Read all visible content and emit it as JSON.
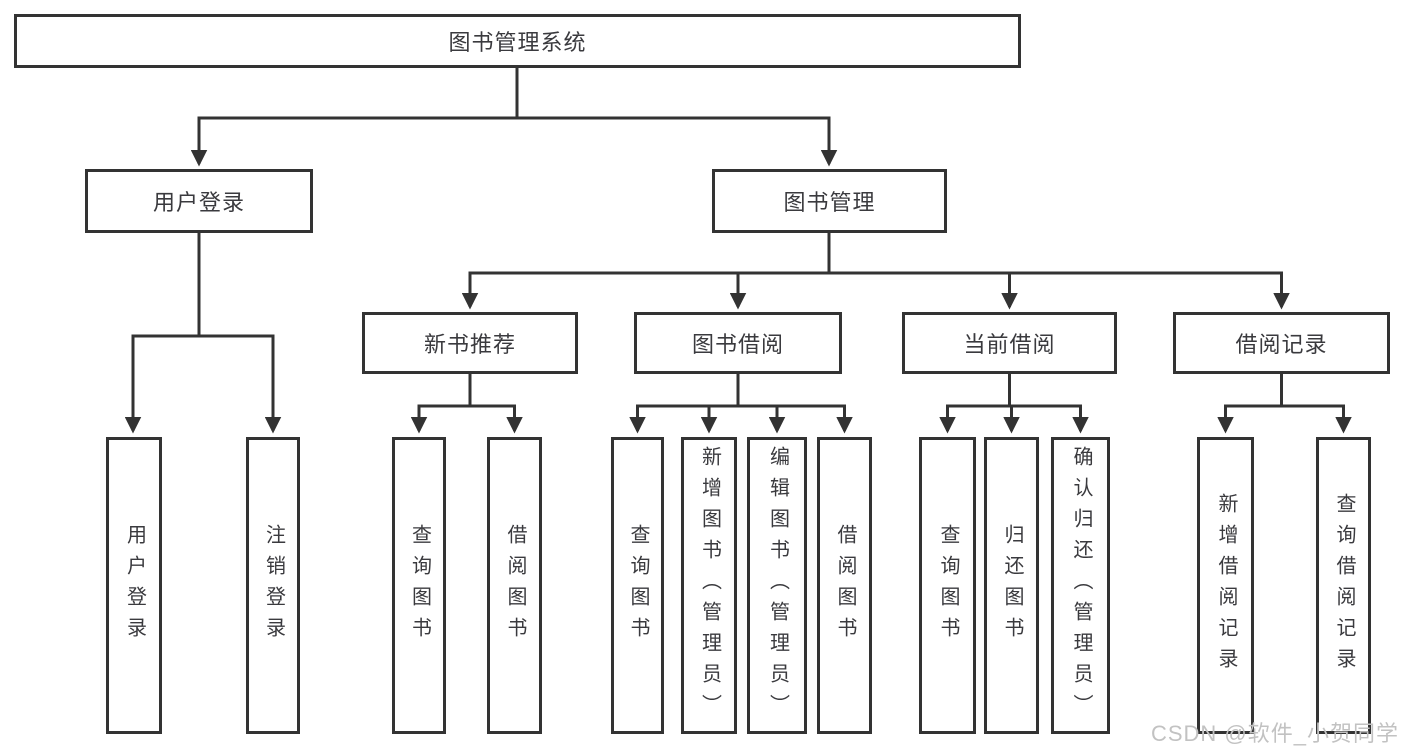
{
  "diagram": {
    "root": {
      "label": "图书管理系统"
    },
    "branches": [
      {
        "label": "用户登录",
        "children": [
          {
            "label": "用户登录"
          },
          {
            "label": "注销登录"
          }
        ]
      },
      {
        "label": "图书管理",
        "children": [
          {
            "label": "新书推荐",
            "children": [
              {
                "label": "查询图书"
              },
              {
                "label": "借阅图书"
              }
            ]
          },
          {
            "label": "图书借阅",
            "children": [
              {
                "label": "查询图书"
              },
              {
                "label": "新增图书（管理员）"
              },
              {
                "label": "编辑图书（管理员）"
              },
              {
                "label": "借阅图书"
              }
            ]
          },
          {
            "label": "当前借阅",
            "children": [
              {
                "label": "查询图书"
              },
              {
                "label": "归还图书"
              },
              {
                "label": "确认归还（管理员）"
              }
            ]
          },
          {
            "label": "借阅记录",
            "children": [
              {
                "label": "新增借阅记录"
              },
              {
                "label": "查询借阅记录"
              }
            ]
          }
        ]
      }
    ]
  },
  "watermark": {
    "text": "CSDN @软件_小贺同学"
  },
  "colors": {
    "line": "#333333",
    "text": "#3a3a3e",
    "bg": "#ffffff",
    "watermark": "#c2c2c2"
  }
}
